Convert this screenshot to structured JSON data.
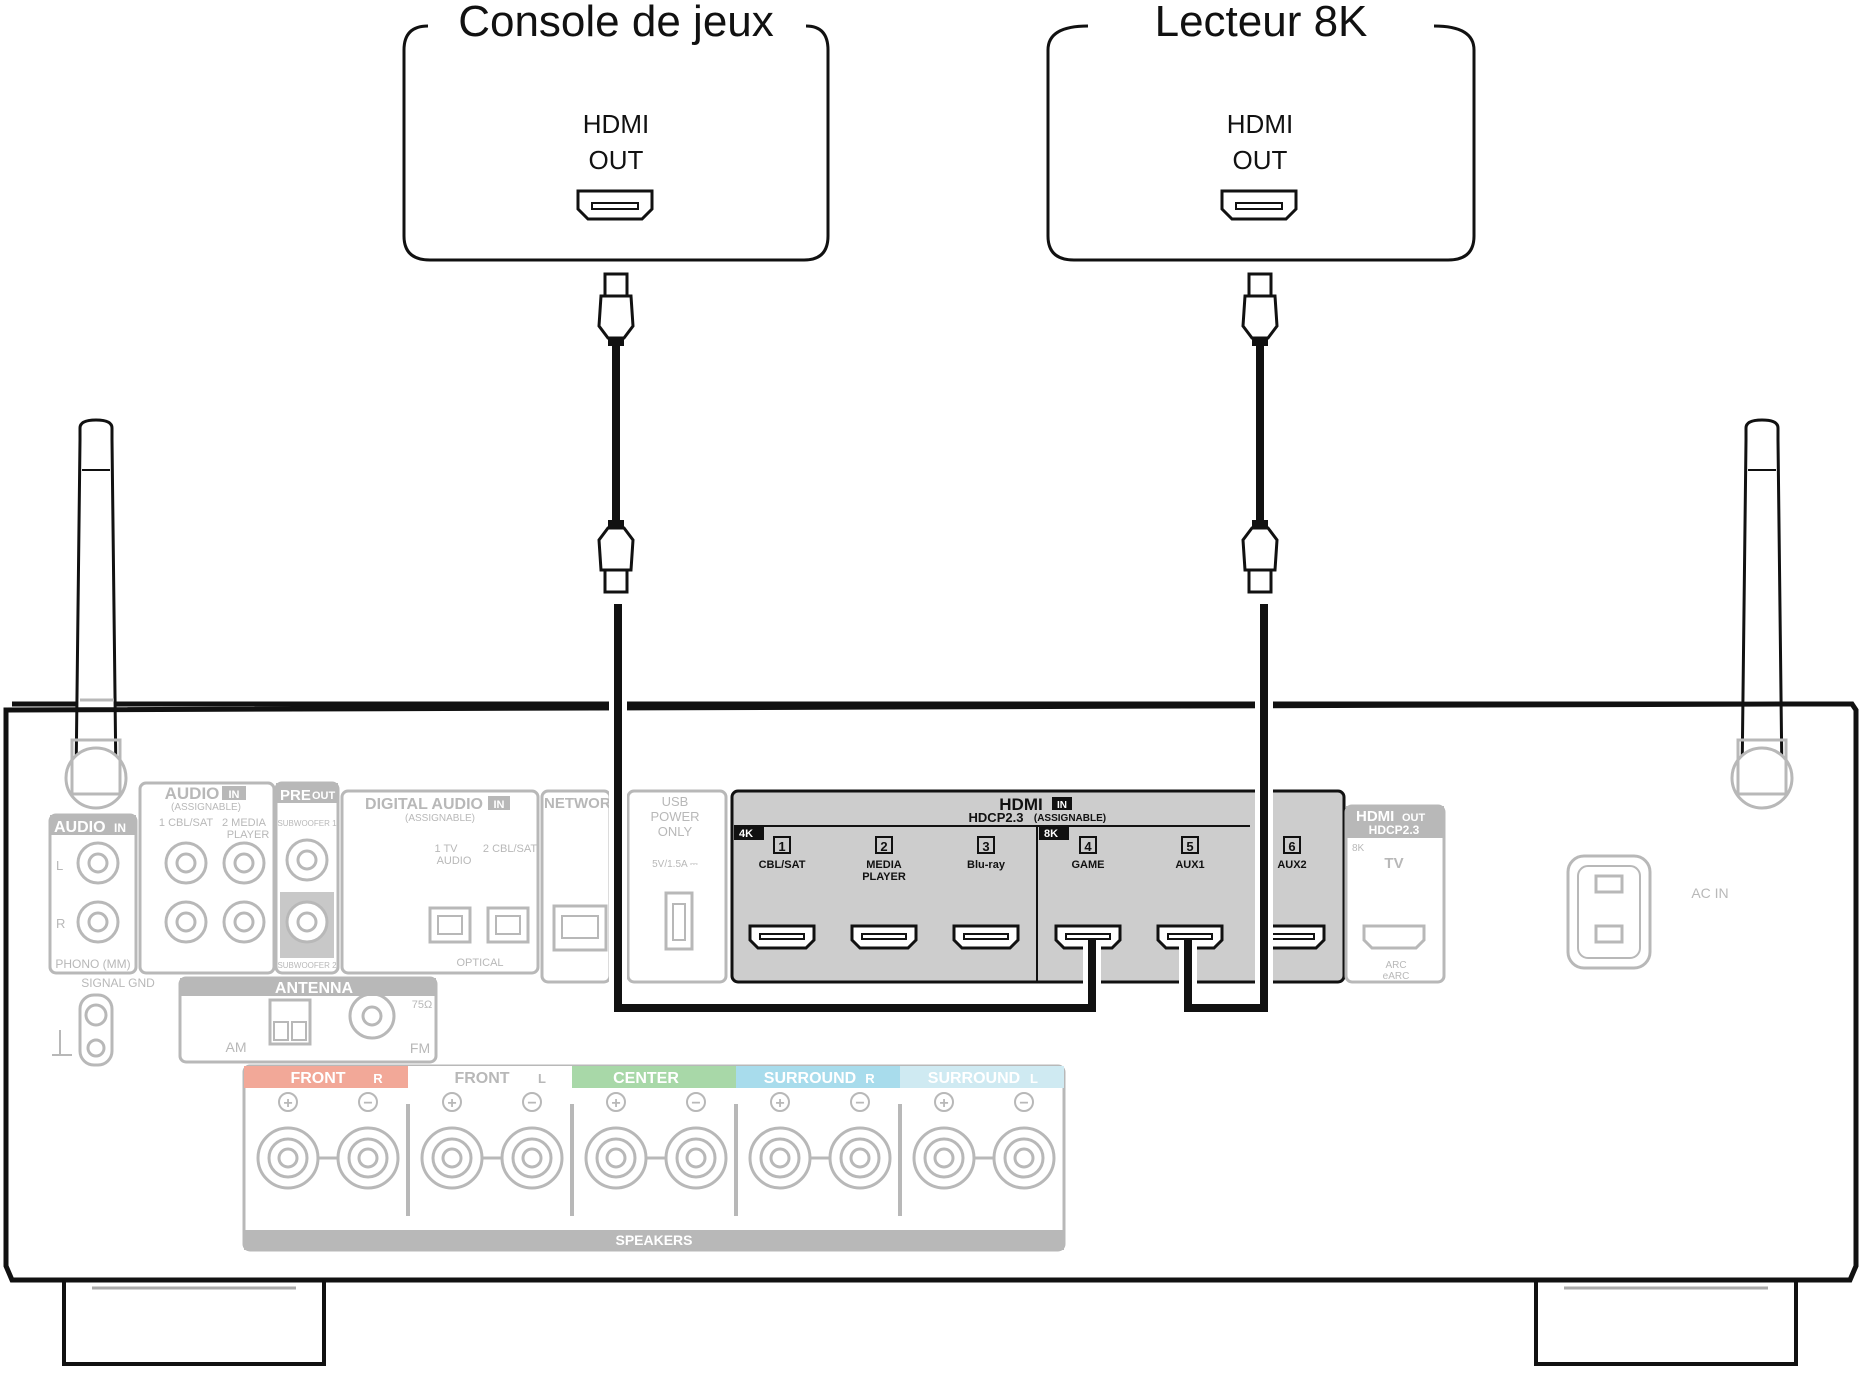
{
  "devices": {
    "console": {
      "title": "Console de jeux",
      "port_line1": "HDMI",
      "port_line2": "OUT",
      "icon": "hdmi-port-icon"
    },
    "player8k": {
      "title": "Lecteur 8K",
      "port_line1": "HDMI",
      "port_line2": "OUT",
      "icon": "hdmi-port-icon"
    }
  },
  "receiver": {
    "audio_in_phono": {
      "title": "AUDIO",
      "badge": "IN",
      "left": "L",
      "right": "R",
      "caption": "PHONO (MM)"
    },
    "signal_gnd": "SIGNAL GND",
    "audio_in": {
      "title": "AUDIO",
      "badge": "IN",
      "sub": "(ASSIGNABLE)",
      "inputs": [
        "1 CBL/SAT",
        "2 MEDIA",
        "PLAYER"
      ]
    },
    "pre_out": {
      "title": "PRE",
      "badge": "OUT",
      "sub1": "SUBWOOFER 1",
      "sub2": "SUBWOOFER 2"
    },
    "digital_audio": {
      "title": "DIGITAL AUDIO",
      "badge": "IN",
      "sub": "(ASSIGNABLE)",
      "in1": "1   TV",
      "in1b": "AUDIO",
      "in2": "2 CBL/SAT",
      "caption": "OPTICAL"
    },
    "network": "NETWORK",
    "usb": {
      "line1": "USB",
      "line2": "POWER",
      "line3": "ONLY",
      "rating": "5V/1.5A ⎓"
    },
    "hdmi_in": {
      "title": "HDMI",
      "badge": "IN",
      "sub": "HDCP2.3",
      "sub2": "(ASSIGNABLE)",
      "tag_4k": "4K",
      "tag_8k": "8K",
      "ports": [
        {
          "num": "1",
          "label1": "CBL/SAT",
          "label2": ""
        },
        {
          "num": "2",
          "label1": "MEDIA",
          "label2": "PLAYER"
        },
        {
          "num": "3",
          "label1": "Blu-ray",
          "label2": ""
        },
        {
          "num": "4",
          "label1": "GAME",
          "label2": ""
        },
        {
          "num": "5",
          "label1": "AUX1",
          "label2": ""
        },
        {
          "num": "6",
          "label1": "AUX2",
          "label2": ""
        }
      ]
    },
    "hdmi_out": {
      "title": "HDMI",
      "badge": "OUT",
      "sub": "HDCP2.3",
      "tag": "8K",
      "label": "TV",
      "arc1": "ARC",
      "arc2": "eARC"
    },
    "antenna": {
      "title": "ANTENNA",
      "am": "AM",
      "fm": "FM",
      "ohm": "75Ω"
    },
    "ac_in": "AC IN",
    "speakers": {
      "caption": "SPEAKERS",
      "plus": "+",
      "minus": "−",
      "groups": [
        {
          "label": "FRONT",
          "side": "R",
          "color": "#f2a898"
        },
        {
          "label": "FRONT",
          "side": "L",
          "color": "#ffffff"
        },
        {
          "label": "CENTER",
          "side": "",
          "color": "#a8d8a8"
        },
        {
          "label": "SURROUND",
          "side": "R",
          "color": "#a8dcec"
        },
        {
          "label": "SURROUND",
          "side": "L",
          "color": "#cfeaf2"
        }
      ]
    }
  }
}
